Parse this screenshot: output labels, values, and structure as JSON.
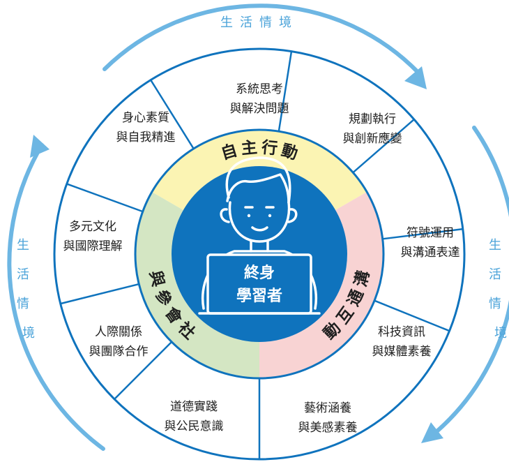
{
  "outer_arcs": {
    "top": "生活情境",
    "left": "生活情境",
    "right": "生活情境"
  },
  "center": {
    "line1": "終身",
    "line2": "學習者"
  },
  "core_domains": [
    {
      "label": "自主行動",
      "color": "#fbf4b3"
    },
    {
      "label": "溝通互動",
      "color": "#f8d3d3"
    },
    {
      "label": "社會參與",
      "color": "#d4e6c3"
    }
  ],
  "segments": [
    {
      "line1": "系統思考",
      "line2": "與解決問題"
    },
    {
      "line1": "規劃執行",
      "line2": "與創新應變"
    },
    {
      "line1": "符號運用",
      "line2": "與溝通表達"
    },
    {
      "line1": "科技資訊",
      "line2": "與媒體素養"
    },
    {
      "line1": "藝術涵養",
      "line2": "與美感素養"
    },
    {
      "line1": "道德實踐",
      "line2": "與公民意識"
    },
    {
      "line1": "人際關係",
      "line2": "與團隊合作"
    },
    {
      "line1": "多元文化",
      "line2": "與國際理解"
    },
    {
      "line1": "身心素質",
      "line2": "與自我精進"
    }
  ],
  "colors": {
    "accent_blue": "#0f73bd",
    "arc_blue": "#6db6e3",
    "line_blue": "#0f73bd"
  }
}
